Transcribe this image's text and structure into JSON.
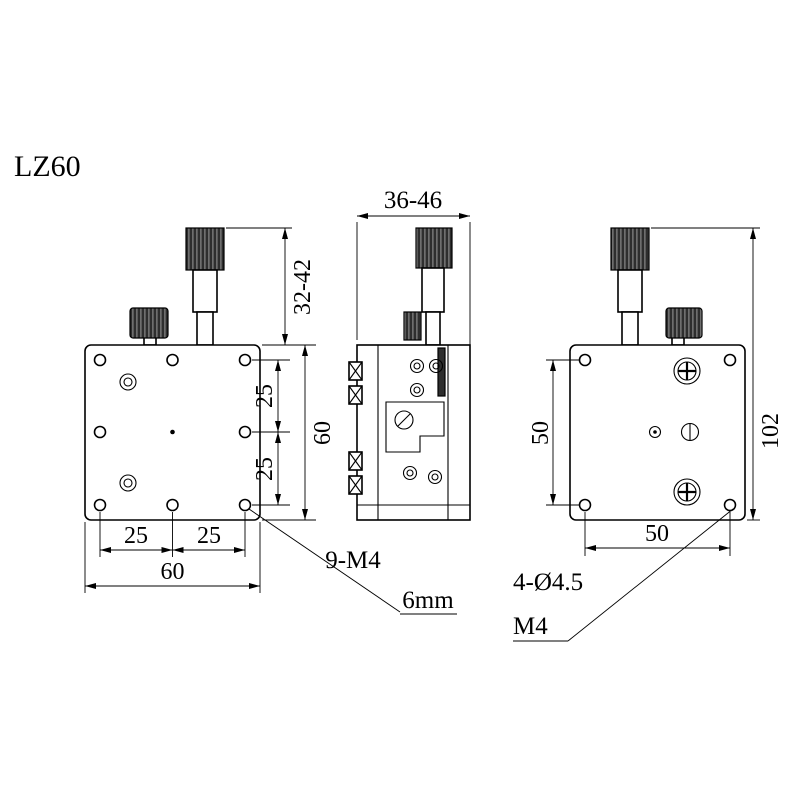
{
  "drawing": {
    "title": "LZ60",
    "colors": {
      "line": "#000000",
      "background": "#ffffff",
      "knurl_dark": "#2e2e2e"
    },
    "front_view": {
      "dims": {
        "micrometer_height": "32-42",
        "plate_height": "60",
        "hole_spacing_right_top": "25",
        "hole_spacing_right_bottom": "25",
        "hole_spacing_bottom_left": "25",
        "hole_spacing_bottom_right": "25",
        "plate_width": "60"
      },
      "notes": {
        "mount_holes": "9-M4",
        "thread_depth": "6mm"
      }
    },
    "side_view": {
      "dims": {
        "body_width": "36-46"
      }
    },
    "back_view": {
      "dims": {
        "hole_spacing_vertical": "50",
        "total_height": "102",
        "hole_spacing_horizontal": "50"
      },
      "notes": {
        "corner_holes": "4-Ø4.5",
        "thread": "M4"
      }
    }
  }
}
